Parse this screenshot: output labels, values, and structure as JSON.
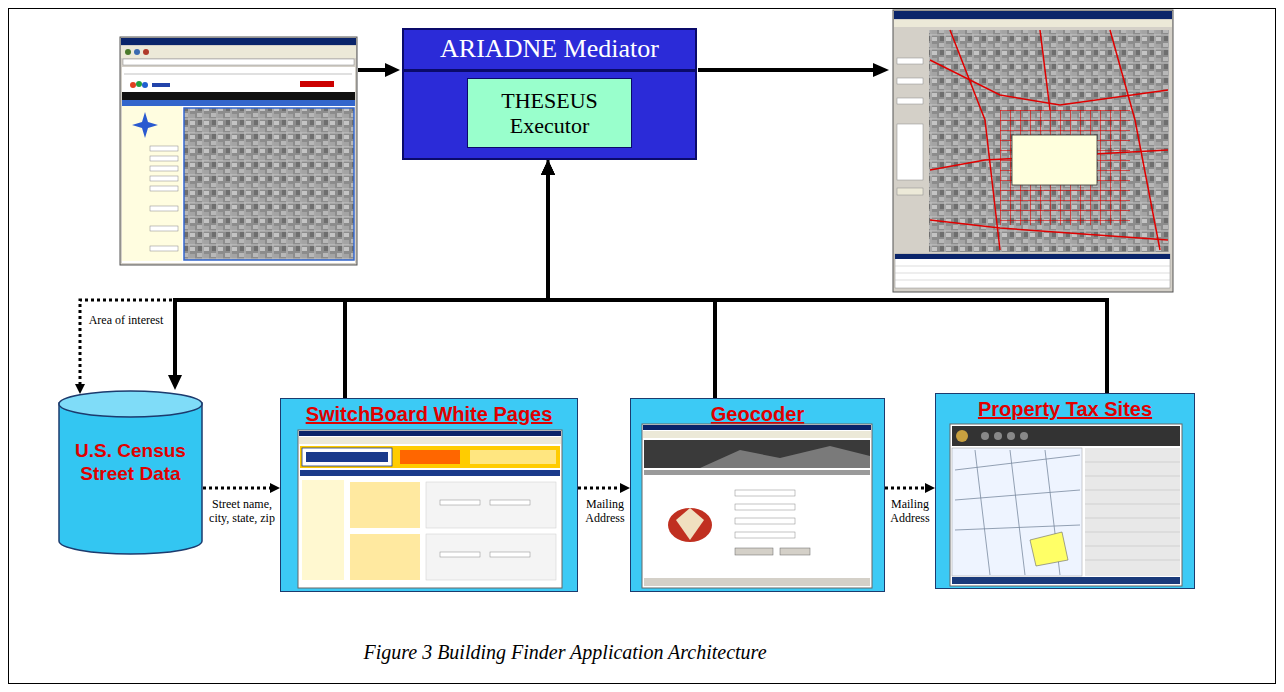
{
  "diagram": {
    "caption": "Figure 3 Building Finder Application Architecture",
    "nodes": [
      {
        "text": [
          "ARIADNE Mediator"
        ]
      },
      {
        "text": [
          "THESEUS Executor"
        ],
        "in": 0
      },
      {
        "text": [
          "U.S. Census Street Data"
        ]
      },
      {
        "text": [
          "SwitchBoard White Pages"
        ]
      },
      {
        "text": [
          "Geocoder"
        ]
      },
      {
        "text": [
          "Property Tax Sites"
        ]
      }
    ],
    "edges": [
      {
        "from": 2,
        "to": 0,
        "arrow": "both"
      },
      {
        "from": 3,
        "to": 0,
        "arrow": "to"
      },
      {
        "from": 4,
        "to": 0,
        "arrow": "to"
      },
      {
        "from": 5,
        "to": 0,
        "arrow": "to"
      },
      {
        "from": 0,
        "to": 2,
        "label": "Area of interest",
        "arrow": "to"
      },
      {
        "from": 2,
        "to": 3,
        "label": "Street name, city, state, zip",
        "arrow": "to"
      },
      {
        "from": 3,
        "to": 4,
        "label": "Mailing Address",
        "arrow": "to"
      },
      {
        "from": 4,
        "to": 5,
        "label": "Mailing Address",
        "arrow": "to"
      }
    ]
  }
}
